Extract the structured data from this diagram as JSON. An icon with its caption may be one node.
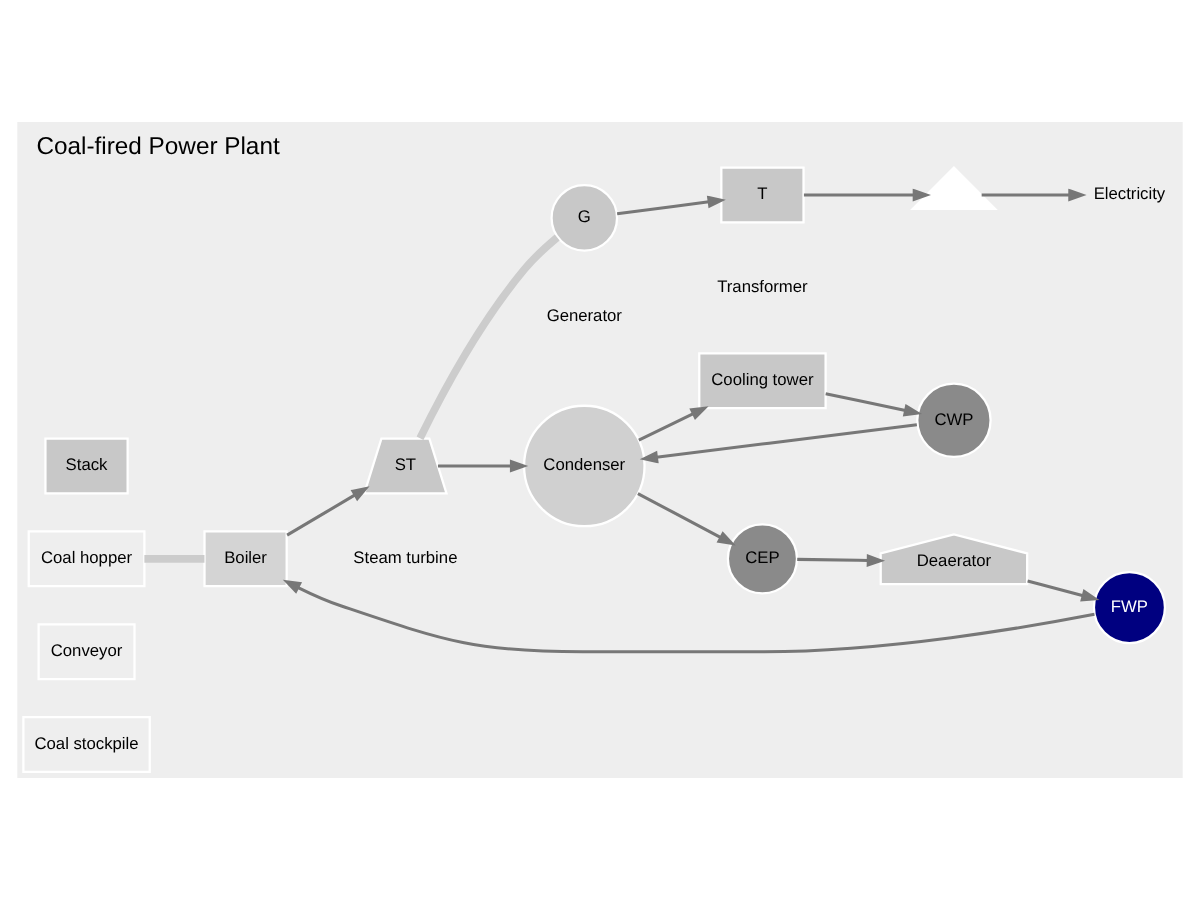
{
  "diagram": {
    "title": "Coal-fired Power Plant",
    "nodes": [
      {
        "text": [
          "Coal stockpile"
        ]
      },
      {
        "text": [
          "Conveyor"
        ]
      },
      {
        "text": [
          "Coal hopper"
        ]
      },
      {
        "text": [
          "Stack"
        ]
      },
      {
        "text": [
          "Boiler"
        ]
      },
      {
        "text": [
          "ST"
        ],
        "beside": [
          "Steam turbine"
        ]
      },
      {
        "text": [
          "G"
        ],
        "beside": [
          "Generator"
        ]
      },
      {
        "text": [
          "T"
        ],
        "beside": [
          "Transformer"
        ]
      },
      {
        "text": [],
        "shape": "pylon"
      },
      {
        "text": [
          "Electricity"
        ]
      },
      {
        "text": [
          "FWP"
        ]
      },
      {
        "text": [
          "Condenser"
        ]
      },
      {
        "text": [
          "Cooling tower"
        ]
      },
      {
        "text": [
          "CEP"
        ]
      },
      {
        "text": [
          "CWP"
        ]
      },
      {
        "text": [
          "Deaerator"
        ]
      }
    ],
    "edges": [
      {
        "from": 2,
        "to": 4,
        "arrow": "none",
        "style": "thick",
        "color": "#cccccc"
      },
      {
        "from": 4,
        "to": 5,
        "arrow": "to"
      },
      {
        "from": 5,
        "to": 6,
        "arrow": "none",
        "style": "thick",
        "color": "#cccccc"
      },
      {
        "from": 6,
        "to": 7,
        "arrow": "to"
      },
      {
        "from": 7,
        "to": 8,
        "arrow": "to"
      },
      {
        "from": 8,
        "to": 9,
        "arrow": "to"
      },
      {
        "from": 5,
        "to": 11,
        "arrow": "to"
      },
      {
        "from": 11,
        "to": 12,
        "arrow": "to"
      },
      {
        "from": 12,
        "to": 14,
        "arrow": "to"
      },
      {
        "from": 14,
        "to": 11,
        "arrow": "to"
      },
      {
        "from": 11,
        "to": 13,
        "arrow": "to"
      },
      {
        "from": 13,
        "to": 15,
        "arrow": "to"
      },
      {
        "from": 15,
        "to": 10,
        "arrow": "to"
      },
      {
        "from": 10,
        "to": 4,
        "arrow": "to"
      }
    ]
  }
}
